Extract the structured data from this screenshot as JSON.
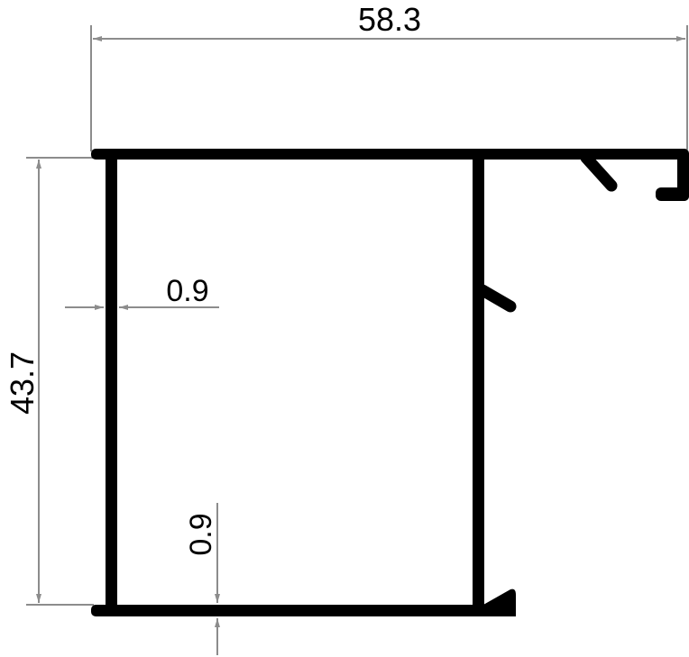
{
  "drawing": {
    "type": "profile cross-section",
    "colors": {
      "profile": "#000000",
      "dimension_line": "#8c8c8c",
      "background": "#ffffff"
    }
  },
  "dimensions": {
    "overall_width": "58.3",
    "overall_height": "43.7",
    "wall_thickness_vertical": "0.9",
    "wall_thickness_horizontal": "0.9"
  }
}
